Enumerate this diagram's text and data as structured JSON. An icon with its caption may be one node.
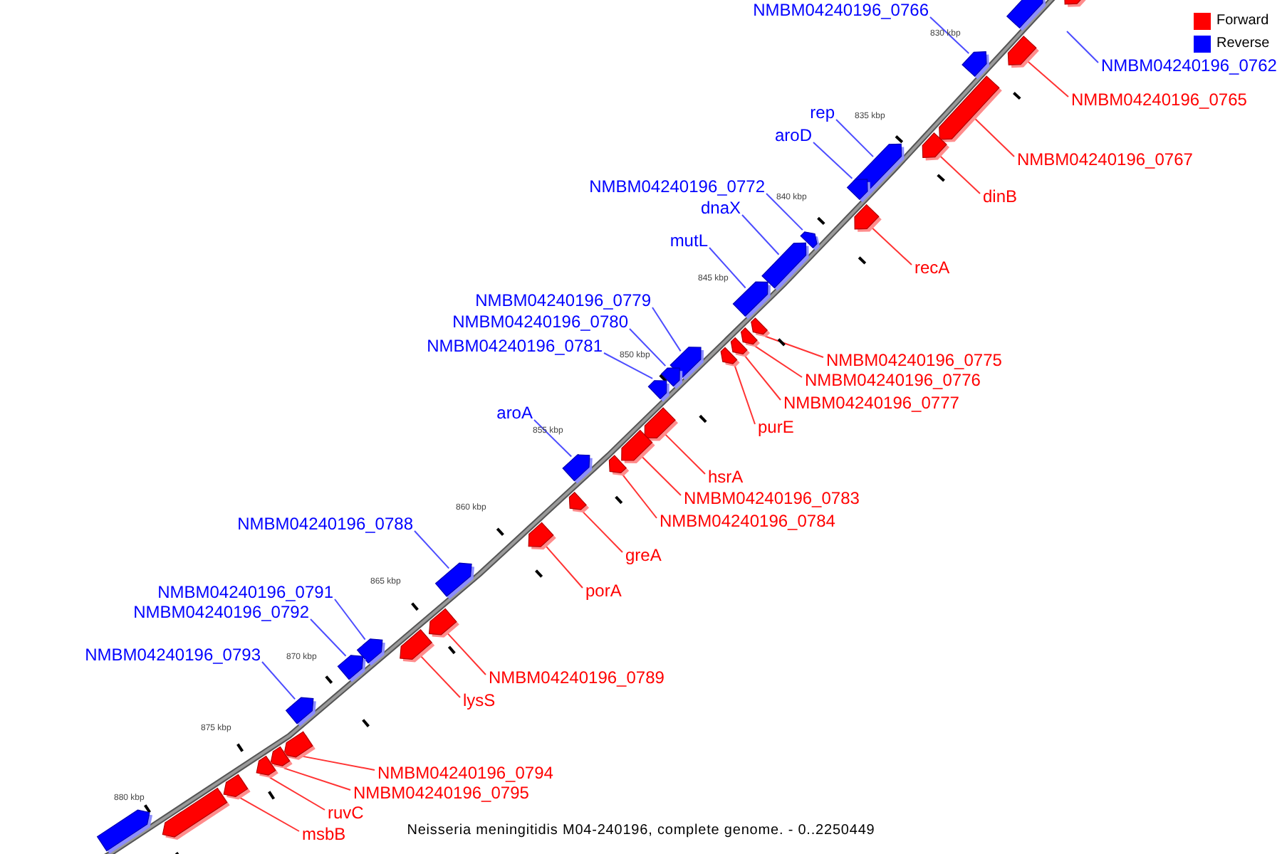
{
  "diagram": {
    "caption": "Neisseria meningitidis M04-240196, complete genome. - 0..2250449",
    "nodes": [
      {
        "text": [
          "NMBM04240196_0766"
        ]
      },
      {
        "text": [
          "NMBM04240196_0762"
        ]
      },
      {
        "text": [
          "NMBM04240196_0765"
        ]
      },
      {
        "text": [
          "rep"
        ]
      },
      {
        "text": [
          "aroD"
        ]
      },
      {
        "text": [
          "NMBM04240196_0767"
        ]
      },
      {
        "text": [
          "NMBM04240196_0772"
        ]
      },
      {
        "text": [
          "dinB"
        ]
      },
      {
        "text": [
          "dnaX"
        ]
      },
      {
        "text": [
          "mutL"
        ]
      },
      {
        "text": [
          "recA"
        ]
      },
      {
        "text": [
          "NMBM04240196_0779"
        ]
      },
      {
        "text": [
          "NMBM04240196_0780"
        ]
      },
      {
        "text": [
          "NMBM04240196_0781"
        ]
      },
      {
        "text": [
          "NMBM04240196_0775"
        ]
      },
      {
        "text": [
          "NMBM04240196_0776"
        ]
      },
      {
        "text": [
          "NMBM04240196_0777"
        ]
      },
      {
        "text": [
          "aroA"
        ]
      },
      {
        "text": [
          "purE"
        ]
      },
      {
        "text": [
          "hsrA"
        ]
      },
      {
        "text": [
          "NMBM04240196_0783"
        ]
      },
      {
        "text": [
          "NMBM04240196_0784"
        ]
      },
      {
        "text": [
          "NMBM04240196_0788"
        ]
      },
      {
        "text": [
          "greA"
        ]
      },
      {
        "text": [
          "porA"
        ]
      },
      {
        "text": [
          "NMBM04240196_0791"
        ]
      },
      {
        "text": [
          "NMBM04240196_0792"
        ]
      },
      {
        "text": [
          "NMBM04240196_0793"
        ]
      },
      {
        "text": [
          "NMBM04240196_0789"
        ]
      },
      {
        "text": [
          "lysS"
        ]
      },
      {
        "text": [
          "NMBM04240196_0794"
        ]
      },
      {
        "text": [
          "NMBM04240196_0795"
        ]
      },
      {
        "text": [
          "ruvC"
        ]
      },
      {
        "text": [
          "msbB"
        ]
      },
      {
        "text": [],
        "shape": "arrow"
      },
      {
        "text": [],
        "shape": "arrow"
      },
      {
        "text": [],
        "shape": "arrow"
      },
      {
        "text": [],
        "shape": "arrow"
      },
      {
        "text": [],
        "shape": "arrow"
      },
      {
        "text": [],
        "shape": "arrow"
      },
      {
        "text": [],
        "shape": "arrow"
      },
      {
        "text": [],
        "shape": "arrow"
      },
      {
        "text": [],
        "shape": "arrow"
      },
      {
        "text": [],
        "shape": "arrow"
      },
      {
        "text": [],
        "shape": "arrow"
      },
      {
        "text": [],
        "shape": "arrow"
      },
      {
        "text": [],
        "shape": "arrow"
      },
      {
        "text": [],
        "shape": "arrow"
      },
      {
        "text": [],
        "shape": "arrow"
      },
      {
        "text": [],
        "shape": "arrow"
      },
      {
        "text": [],
        "shape": "arrow"
      },
      {
        "text": [],
        "shape": "arrow"
      },
      {
        "text": [],
        "shape": "arrow"
      },
      {
        "text": [],
        "shape": "arrow"
      },
      {
        "text": [],
        "shape": "arrow"
      },
      {
        "text": [],
        "shape": "arrow"
      },
      {
        "text": [],
        "shape": "arrow"
      },
      {
        "text": [],
        "shape": "arrow"
      },
      {
        "text": [],
        "shape": "arrow"
      },
      {
        "text": [],
        "shape": "arrow"
      },
      {
        "text": [],
        "shape": "arrow"
      },
      {
        "text": [],
        "shape": "arrow"
      },
      {
        "text": [],
        "shape": "arrow"
      },
      {
        "text": [],
        "shape": "arrow"
      },
      {
        "text": [],
        "shape": "arrow"
      },
      {
        "text": [],
        "shape": "arrow"
      },
      {
        "text": [],
        "shape": "arrow"
      },
      {
        "text": [],
        "shape": "arrow"
      },
      {
        "text": [],
        "shape": "arrow"
      },
      {
        "text": [],
        "shape": "arrow"
      },
      {
        "text": [],
        "shape": "arrow"
      }
    ],
    "edges": [
      {
        "from": 0,
        "to": 34,
        "arrow": "none",
        "color": "#4d4dff"
      },
      {
        "from": 1,
        "to": null,
        "arrow": "none",
        "color": "#4d4dff"
      },
      {
        "from": 2,
        "to": 35,
        "arrow": "none",
        "color": "#ff3333"
      },
      {
        "from": 3,
        "to": 36,
        "arrow": "none",
        "color": "#4d4dff"
      },
      {
        "from": 4,
        "to": 37,
        "arrow": "none",
        "color": "#4d4dff"
      },
      {
        "from": 5,
        "to": 38,
        "arrow": "none",
        "color": "#ff3333"
      },
      {
        "from": 6,
        "to": 39,
        "arrow": "none",
        "color": "#4d4dff"
      },
      {
        "from": 7,
        "to": 40,
        "arrow": "none",
        "color": "#ff3333"
      },
      {
        "from": 8,
        "to": 41,
        "arrow": "none",
        "color": "#4d4dff"
      },
      {
        "from": 9,
        "to": 42,
        "arrow": "none",
        "color": "#4d4dff"
      },
      {
        "from": 10,
        "to": 43,
        "arrow": "none",
        "color": "#ff3333"
      },
      {
        "from": 11,
        "to": 44,
        "arrow": "none",
        "color": "#4d4dff"
      },
      {
        "from": 12,
        "to": 45,
        "arrow": "none",
        "color": "#4d4dff"
      },
      {
        "from": 13,
        "to": 46,
        "arrow": "none",
        "color": "#4d4dff"
      },
      {
        "from": 14,
        "to": 47,
        "arrow": "none",
        "color": "#ff3333"
      },
      {
        "from": 15,
        "to": 48,
        "arrow": "none",
        "color": "#ff3333"
      },
      {
        "from": 16,
        "to": 49,
        "arrow": "none",
        "color": "#ff3333"
      },
      {
        "from": 17,
        "to": 50,
        "arrow": "none",
        "color": "#4d4dff"
      },
      {
        "from": 18,
        "to": 51,
        "arrow": "none",
        "color": "#ff3333"
      },
      {
        "from": 19,
        "to": 52,
        "arrow": "none",
        "color": "#ff3333"
      },
      {
        "from": 20,
        "to": 53,
        "arrow": "none",
        "color": "#ff3333"
      },
      {
        "from": 21,
        "to": 54,
        "arrow": "none",
        "color": "#ff3333"
      },
      {
        "from": 22,
        "to": 55,
        "arrow": "none",
        "color": "#4d4dff"
      },
      {
        "from": 23,
        "to": 56,
        "arrow": "none",
        "color": "#ff3333"
      },
      {
        "from": 24,
        "to": 57,
        "arrow": "none",
        "color": "#ff3333"
      },
      {
        "from": 25,
        "to": 58,
        "arrow": "none",
        "color": "#4d4dff"
      },
      {
        "from": 26,
        "to": 59,
        "arrow": "none",
        "color": "#4d4dff"
      },
      {
        "from": 27,
        "to": 60,
        "arrow": "none",
        "color": "#4d4dff"
      },
      {
        "from": 28,
        "to": 61,
        "arrow": "none",
        "color": "#ff3333"
      },
      {
        "from": 29,
        "to": 62,
        "arrow": "none",
        "color": "#ff3333"
      },
      {
        "from": 30,
        "to": 63,
        "arrow": "none",
        "color": "#ff3333"
      },
      {
        "from": 31,
        "to": 64,
        "arrow": "none",
        "color": "#ff3333"
      },
      {
        "from": 32,
        "to": 65,
        "arrow": "none",
        "color": "#ff3333"
      },
      {
        "from": 33,
        "to": 66,
        "arrow": "none",
        "color": "#ff3333"
      }
    ],
    "labels": [
      "830 kbp",
      "835 kbp",
      "840 kbp",
      "845 kbp",
      "850 kbp",
      "855 kbp",
      "860 kbp",
      "865 kbp",
      "870 kbp",
      "875 kbp",
      "880 kbp"
    ],
    "legend": [
      {
        "text": "Forward",
        "color": "#ff0000"
      },
      {
        "text": "Reverse",
        "color": "#0000ff"
      }
    ]
  }
}
